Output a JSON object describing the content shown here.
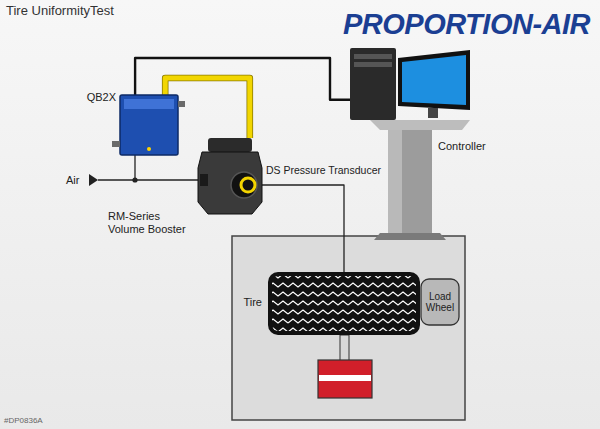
{
  "diagram": {
    "title": "Tire UniformityTest",
    "nodes": [
      {
        "text": [
          "QB2X"
        ]
      },
      {
        "text": [
          "RM-Series Volume Booster"
        ]
      },
      {
        "text": [
          "Controller"
        ]
      },
      {
        "text": [
          "Tire"
        ]
      },
      {
        "text": [
          "Load Wheel"
        ]
      }
    ],
    "edges": [
      {
        "from": 2,
        "to": 0,
        "arrow": "none"
      },
      {
        "from": 0,
        "to": 1,
        "arrow": "none"
      },
      {
        "from": 1,
        "to": 3,
        "arrow": "none"
      }
    ],
    "labels": [
      "PROPORTION-AIR",
      "Air",
      "DS Pressure Transducer",
      "#DP0836A"
    ]
  }
}
